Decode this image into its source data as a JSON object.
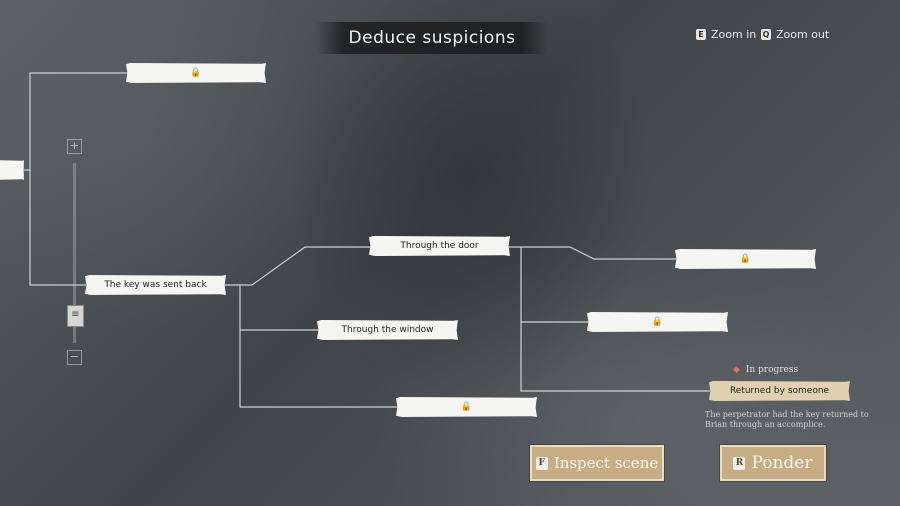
{
  "title": "Deduce suspicions",
  "hints": [
    {
      "key": "E",
      "label": "Zoom in"
    },
    {
      "key": "Q",
      "label": "Zoom out"
    }
  ],
  "zoom": {
    "plus": "+",
    "minus": "−",
    "handle": "≡"
  },
  "nodes": {
    "top_locked": {
      "label": "🔒"
    },
    "left_partial": {
      "label": ""
    },
    "key_sent_back": {
      "label": "The key was sent back"
    },
    "through_door": {
      "label": "Through the door"
    },
    "through_window": {
      "label": "Through the window"
    },
    "bottom_locked": {
      "label": "🔒"
    },
    "right_locked_1": {
      "label": "🔒"
    },
    "right_locked_2": {
      "label": "🔒"
    },
    "returned_by_someone": {
      "label": "Returned by someone"
    }
  },
  "status": {
    "dot": "◆",
    "label": "In progress"
  },
  "description": "The perpetrator had the key returned to Brian through an accomplice.",
  "actions": {
    "inspect": {
      "key": "F",
      "label": "Inspect scene"
    },
    "ponder": {
      "key": "R",
      "label": "Ponder"
    }
  },
  "colors": {
    "line": "#d0d0d0",
    "node": "#f5f5f3",
    "active_node": "#e2d1b0",
    "button": "#c6ad84",
    "status_dot": "#e3714f"
  }
}
